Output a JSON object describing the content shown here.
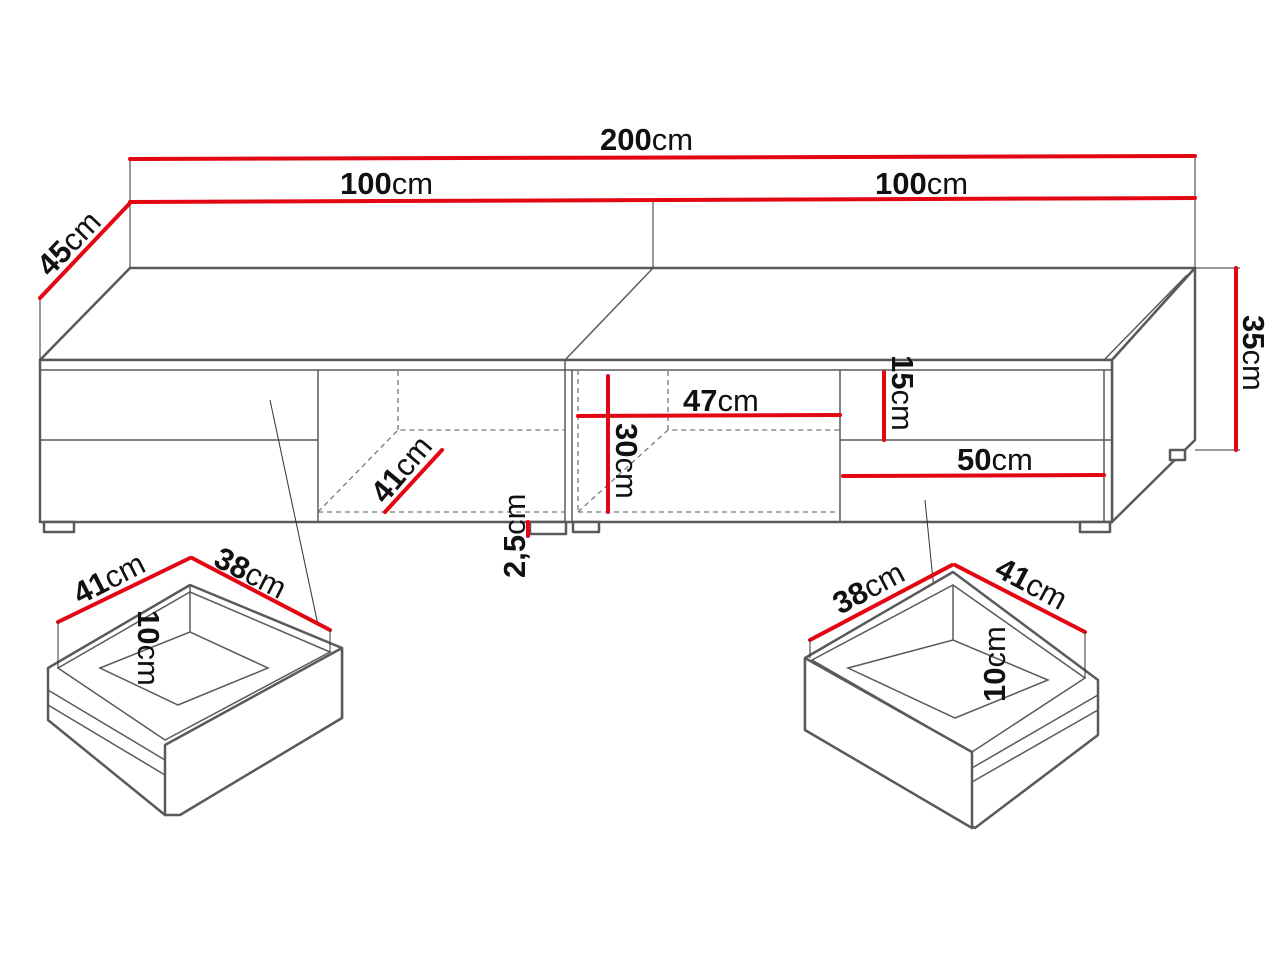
{
  "colors": {
    "dimension_line": "#e30613",
    "outline": "#5a5a5a"
  },
  "dimensions": {
    "total_width": {
      "value": "200",
      "unit": "cm"
    },
    "module_left_width": {
      "value": "100",
      "unit": "cm"
    },
    "module_right_width": {
      "value": "100",
      "unit": "cm"
    },
    "depth": {
      "value": "45",
      "unit": "cm"
    },
    "height": {
      "value": "35",
      "unit": "cm"
    },
    "compartment_width": {
      "value": "47",
      "unit": "cm"
    },
    "drawer_front_height": {
      "value": "15",
      "unit": "cm"
    },
    "compartment_height": {
      "value": "30",
      "unit": "cm"
    },
    "compartment_depth": {
      "value": "41",
      "unit": "cm"
    },
    "drawer_width": {
      "value": "50",
      "unit": "cm"
    },
    "leg_height": {
      "value": "2,5",
      "unit": "cm"
    },
    "left_drawer_depth": {
      "value": "41",
      "unit": "cm"
    },
    "left_drawer_width": {
      "value": "38",
      "unit": "cm"
    },
    "left_drawer_height": {
      "value": "10",
      "unit": "cm"
    },
    "right_drawer_width": {
      "value": "38",
      "unit": "cm"
    },
    "right_drawer_depth": {
      "value": "41",
      "unit": "cm"
    },
    "right_drawer_height": {
      "value": "10",
      "unit": "cm"
    }
  }
}
